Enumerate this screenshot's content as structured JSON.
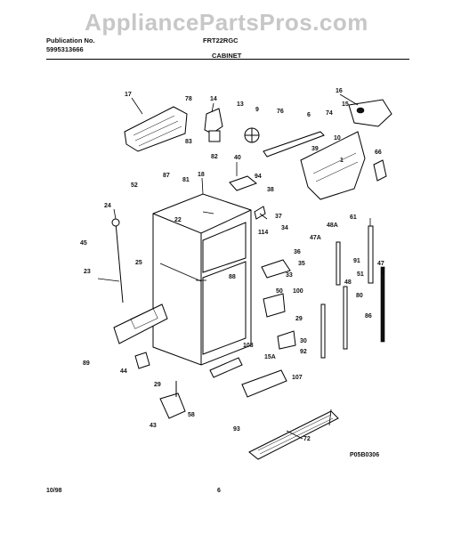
{
  "watermark": "AppliancePartsPros.com",
  "header": {
    "publication_label": "Publication No.",
    "publication_number": "5995313666",
    "model": "FRT22RGC",
    "section": "CABINET"
  },
  "footer": {
    "date": "10/98",
    "page": "6",
    "drawing_code": "P05B0306"
  },
  "callouts": [
    "17",
    "78",
    "14",
    "13",
    "9",
    "76",
    "6",
    "16",
    "15",
    "74",
    "83",
    "82",
    "40",
    "10",
    "39",
    "1",
    "66",
    "87",
    "81",
    "52",
    "18",
    "94",
    "38",
    "24",
    "22",
    "37",
    "114",
    "34",
    "36",
    "48A",
    "47A",
    "45",
    "25",
    "35",
    "33",
    "88",
    "23",
    "50",
    "100",
    "89",
    "108",
    "29",
    "30",
    "92",
    "15A",
    "107",
    "44",
    "29",
    "58",
    "43",
    "93",
    "72",
    "61",
    "51",
    "80",
    "91",
    "47",
    "48",
    "86"
  ]
}
